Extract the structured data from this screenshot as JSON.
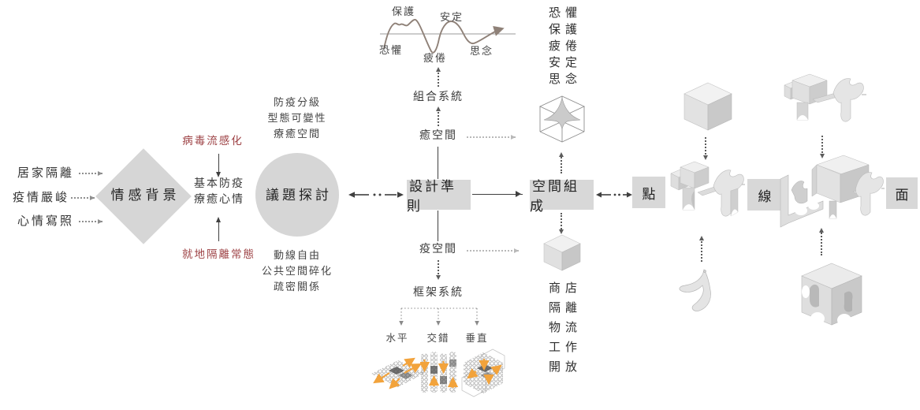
{
  "left_inputs": {
    "items": [
      "居家隔離",
      "疫情嚴峻",
      "心情寫照"
    ]
  },
  "emotion_background": {
    "diamond_label": "情感背景",
    "top_red": "病毒流感化",
    "center_line1": "基本防疫",
    "center_line2": "療癒心情",
    "bottom_red": "就地隔離常態"
  },
  "topic": {
    "circle_label": "議題探討",
    "above": [
      "防疫分級",
      "型態可變性",
      "療癒空間"
    ],
    "below": [
      "動線自由",
      "公共空間碎化",
      "疏密關係"
    ]
  },
  "emotion_curve": {
    "type": "line",
    "sequence": [
      "恐懼",
      "保護",
      "疲倦",
      "安定",
      "思念"
    ],
    "labels_above": [
      "保護",
      "安定"
    ],
    "labels_below": [
      "恐懼",
      "疲倦",
      "思念"
    ]
  },
  "design_flow": {
    "design_box": "設計準則",
    "combo_system": "組合系統",
    "heal_space": "癒空間",
    "epidemic_space": "疫空間",
    "frame_system": "框架系統",
    "frame_types": [
      "水平",
      "交錯",
      "垂直"
    ]
  },
  "space_composition": {
    "box": "空間組成",
    "emotion_spaces": [
      "恐懼",
      "保護",
      "疲倦",
      "安定",
      "思念"
    ],
    "function_spaces": [
      "商店",
      "隔離",
      "物流",
      "工作",
      "開放"
    ]
  },
  "point_line_surface": {
    "point": "點",
    "line": "線",
    "surface": "面"
  },
  "colors": {
    "box_bg": "#d8d8d8",
    "red_text": "#9d4144",
    "orange_accent": "#f2a33c",
    "curve_stroke": "#8f8178",
    "text": "#333333"
  }
}
